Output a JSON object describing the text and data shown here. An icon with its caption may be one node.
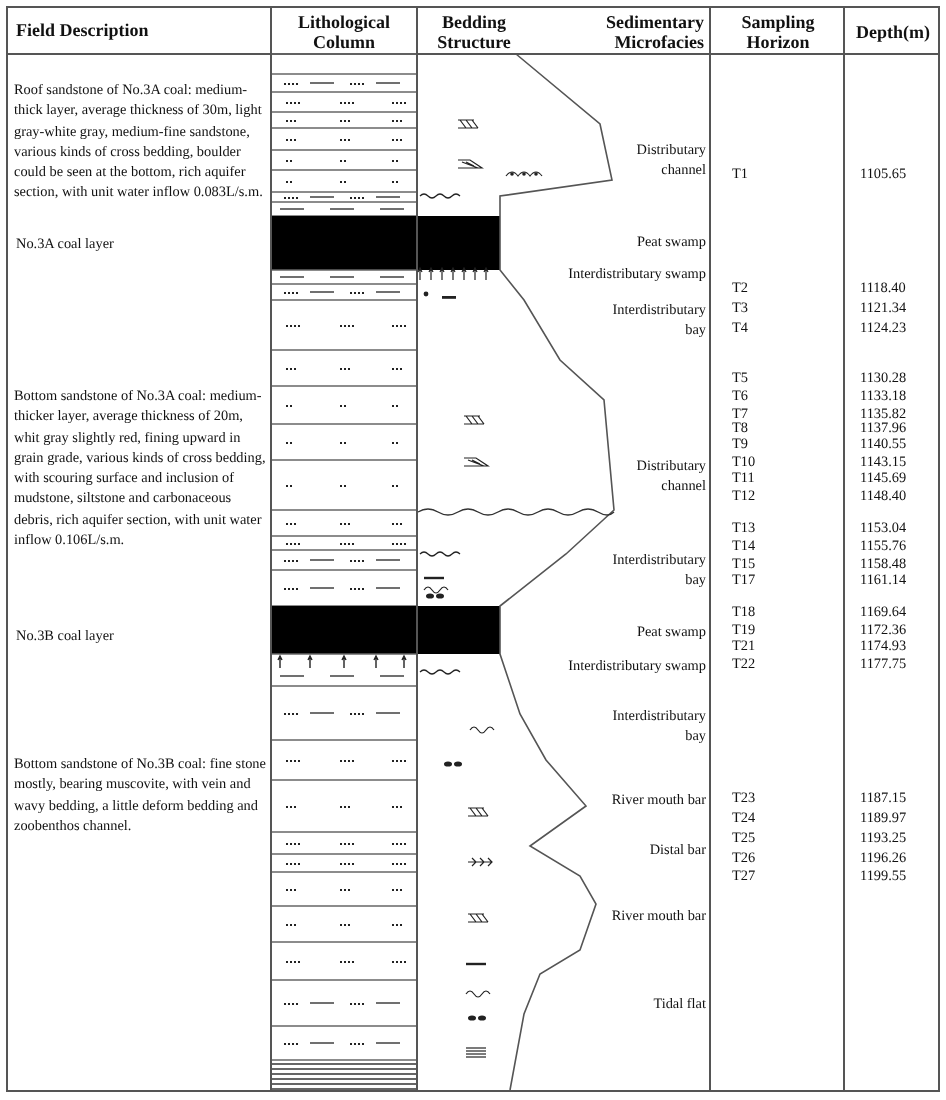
{
  "diagram": {
    "labels": [
      "Field Description",
      "Lithological Column",
      "Bedding Structure",
      "Sedimentary Microfacies",
      "Sampling Horizon",
      "Depth(m)",
      "Roof sandstone of No.3A coal: medium-thick layer, average thickness of 30m, light gray-white gray, medium-fine sandstone, various kinds of cross bedding, boulder could be seen at the bottom, rich aquifer section, with unit water inflow 0.083L/s.m.",
      "No.3A coal layer",
      "Bottom sandstone of No.3A coal: medium-thicker layer, average thickness of 20m, whit gray slightly red, fining upward in grain grade, various kinds of cross bedding, with scouring surface and inclusion of mudstone, siltstone and carbonaceous debris, rich aquifer section, with unit water inflow 0.106L/s.m.",
      "No.3B coal layer",
      "Bottom sandstone of No.3B coal: fine stone mostly, bearing muscovite, with vein and wavy bedding, a little deform bedding and zoobenthos channel.",
      "Distributary channel",
      "Peat swamp",
      "Interdistributary swamp",
      "Interdistributary bay",
      "Distributary channel",
      "Interdistributary bay",
      "Peat swamp",
      "Interdistributary swamp",
      "Interdistributary bay",
      "River mouth bar",
      "Distal bar",
      "River mouth bar",
      "Tidal flat",
      "T1",
      "1105.65",
      "T2",
      "1118.40",
      "T3",
      "1121.34",
      "T4",
      "1124.23",
      "T5",
      "1130.28",
      "T6",
      "1133.18",
      "T7",
      "1135.82",
      "T8",
      "1137.96",
      "T9",
      "1140.55",
      "T10",
      "1143.15",
      "T11",
      "1145.69",
      "T12",
      "1148.40",
      "T13",
      "1153.04",
      "T14",
      "1155.76",
      "T15",
      "1158.48",
      "T17",
      "1161.14",
      "T18",
      "1169.64",
      "T19",
      "1172.36",
      "T21",
      "1174.93",
      "T22",
      "1177.75",
      "T23",
      "1187.15",
      "T24",
      "1189.97",
      "T25",
      "1193.25",
      "T26",
      "1196.26",
      "T27",
      "1199.55"
    ]
  }
}
